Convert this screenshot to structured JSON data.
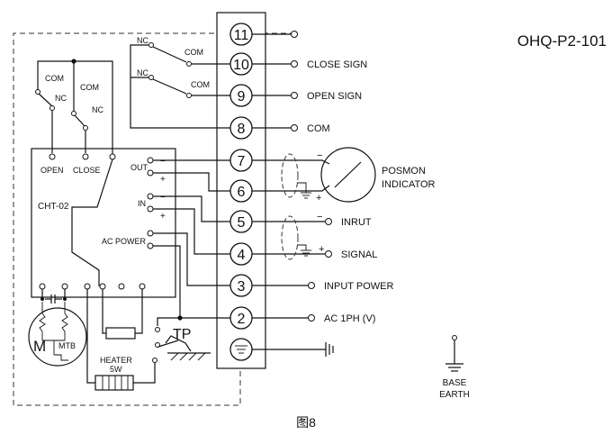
{
  "model": "OHQ-P2-101",
  "caption": "图8",
  "controller": {
    "name": "CHT-02",
    "out_label": "OUT",
    "in_label": "IN",
    "ac_power_label": "AC POWER",
    "open_label": "OPEN",
    "close_label": "CLOSE",
    "com_label": "COM",
    "nc_label": "NC",
    "minus": "−",
    "plus": "+"
  },
  "actuator": {
    "motor_label": "M",
    "mtb_label": "MTB",
    "heater_label": "HEATER",
    "heater_power": "5W",
    "tp_label": "TP"
  },
  "terminals": [
    {
      "id": "11",
      "label": ""
    },
    {
      "id": "10",
      "label": "CLOSE SIGN"
    },
    {
      "id": "9",
      "label": "OPEN SIGN"
    },
    {
      "id": "8",
      "label": "COM"
    },
    {
      "id": "7",
      "label": ""
    },
    {
      "id": "6",
      "label": ""
    },
    {
      "id": "5",
      "label": "INRUT"
    },
    {
      "id": "4",
      "label": "SIGNAL"
    },
    {
      "id": "3",
      "label": "INPUT POWER"
    },
    {
      "id": "2",
      "label": "AC  1PH (V)"
    }
  ],
  "indicator": {
    "line1": "POSMON",
    "line2": "INDICATOR"
  },
  "earth": {
    "line1": "BASE",
    "line2": "EARTH"
  }
}
